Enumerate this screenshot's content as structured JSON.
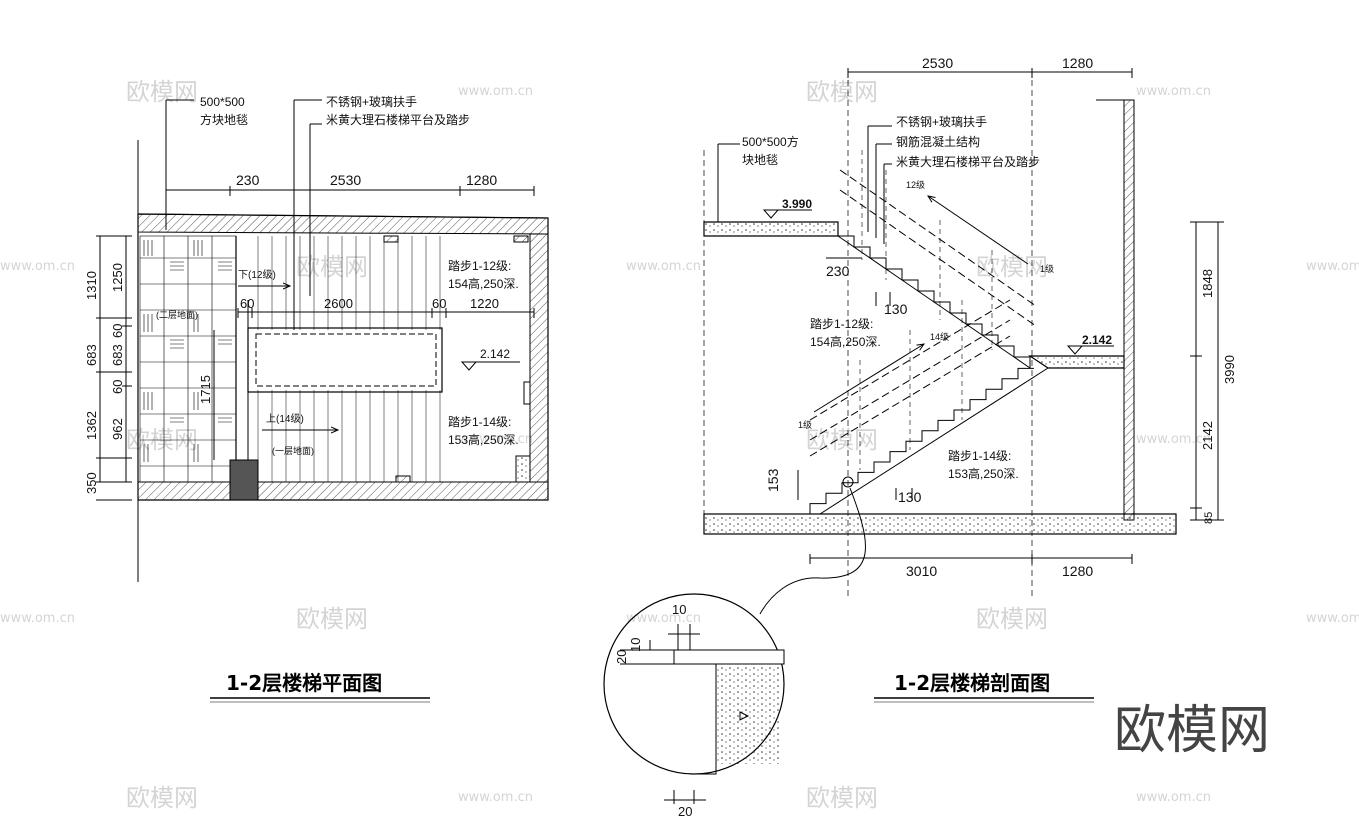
{
  "brand": {
    "logo_text": "欧模网"
  },
  "watermark": {
    "logo": "欧模网",
    "url": "www.om.cn"
  },
  "plan": {
    "title": "1-2层楼梯平面图",
    "labels": {
      "carpet": "500*500",
      "carpet2": "方块地毯",
      "rail": "不锈钢+玻璃扶手",
      "marble": "米黄大理石楼梯平台及踏步",
      "down": "下(12级)",
      "up": "上(14级)",
      "floor2": "(二层地面)",
      "floor1": "(一层地面)",
      "steps12": "踏步1-12级:",
      "steps12b": "154高,250深.",
      "steps14": "踏步1-14级:",
      "steps14b": "153高,250深.",
      "level": "2.142"
    },
    "dims_top": [
      "230",
      "2530",
      "1280"
    ],
    "dims_inner": [
      "60",
      "2600",
      "60",
      "1220"
    ],
    "dims_left_outer": [
      "1310",
      "683",
      "1362",
      "350"
    ],
    "dims_left_inner": [
      "1250",
      "60",
      "683",
      "60",
      "962"
    ],
    "dim_1715": "1715"
  },
  "section": {
    "title": "1-2层楼梯剖面图",
    "labels": {
      "carpet": "500*500方",
      "carpet2": "块地毯",
      "rail": "不锈钢+玻璃扶手",
      "concrete": "钢筋混凝土结构",
      "marble": "米黄大理石楼梯平台及踏步",
      "level_top": "3.990",
      "level_mid": "2.142",
      "step12": "12级",
      "step1a": "1级",
      "step14": "14级",
      "step1b": "1级",
      "steps12": "踏步1-12级:",
      "steps12b": "154高,250深.",
      "steps14": "踏步1-14级:",
      "steps14b": "153高,250深."
    },
    "dims_top": [
      "2530",
      "1280"
    ],
    "dims_bottom": [
      "3010",
      "1280"
    ],
    "dims_right": [
      "1848",
      "2142",
      "85"
    ],
    "dim_total": "3990",
    "dim_230": "230",
    "dim_130a": "130",
    "dim_130b": "130",
    "dim_153": "153"
  },
  "detail": {
    "d10": "10",
    "d10b": "10",
    "d20": "20",
    "d20b": "20"
  }
}
